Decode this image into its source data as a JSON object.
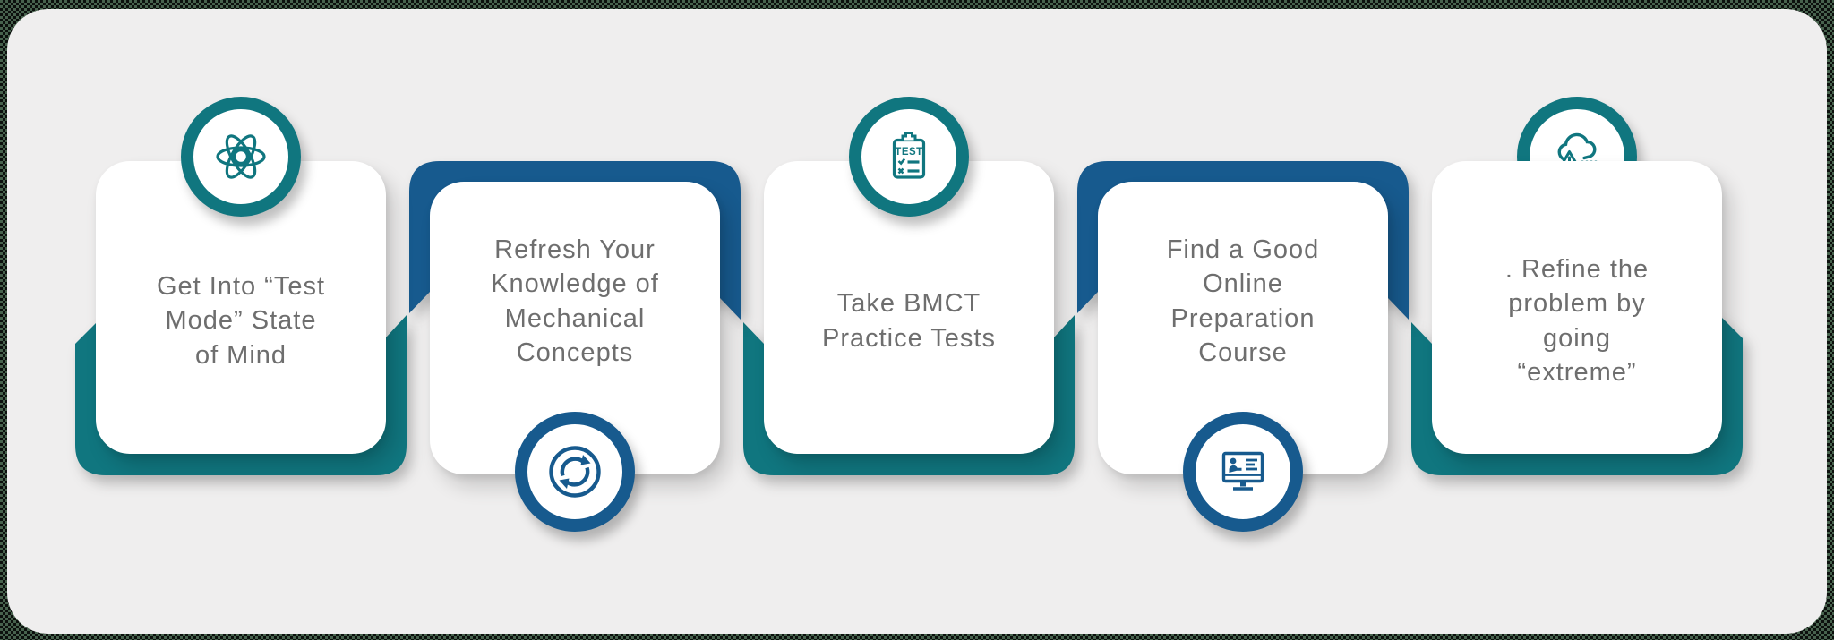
{
  "colors": {
    "teal": "#10767f",
    "blue": "#175a8e",
    "panel_bg": "#efeeee",
    "card_bg": "#ffffff",
    "text": "#6e6e6e"
  },
  "steps": [
    {
      "label": "Get Into “Test\nMode” State\nof Mind",
      "icon": "atom-icon",
      "accent": "teal",
      "icon_position": "top"
    },
    {
      "label": "Refresh Your\nKnowledge of\nMechanical\nConcepts",
      "icon": "refresh-icon",
      "accent": "blue",
      "icon_position": "bottom"
    },
    {
      "label": "Take BMCT\nPractice Tests",
      "icon": "test-clipboard-icon",
      "accent": "teal",
      "icon_position": "top"
    },
    {
      "label": "Find a Good\nOnline\nPreparation\nCourse",
      "icon": "presentation-screen-icon",
      "accent": "blue",
      "icon_position": "bottom"
    },
    {
      "label": ". Refine the\nproblem by\ngoing\n“extreme”",
      "icon": "cloud-warning-icon",
      "accent": "teal",
      "icon_position": "top"
    }
  ],
  "clipboard_icon_text": "TEST"
}
